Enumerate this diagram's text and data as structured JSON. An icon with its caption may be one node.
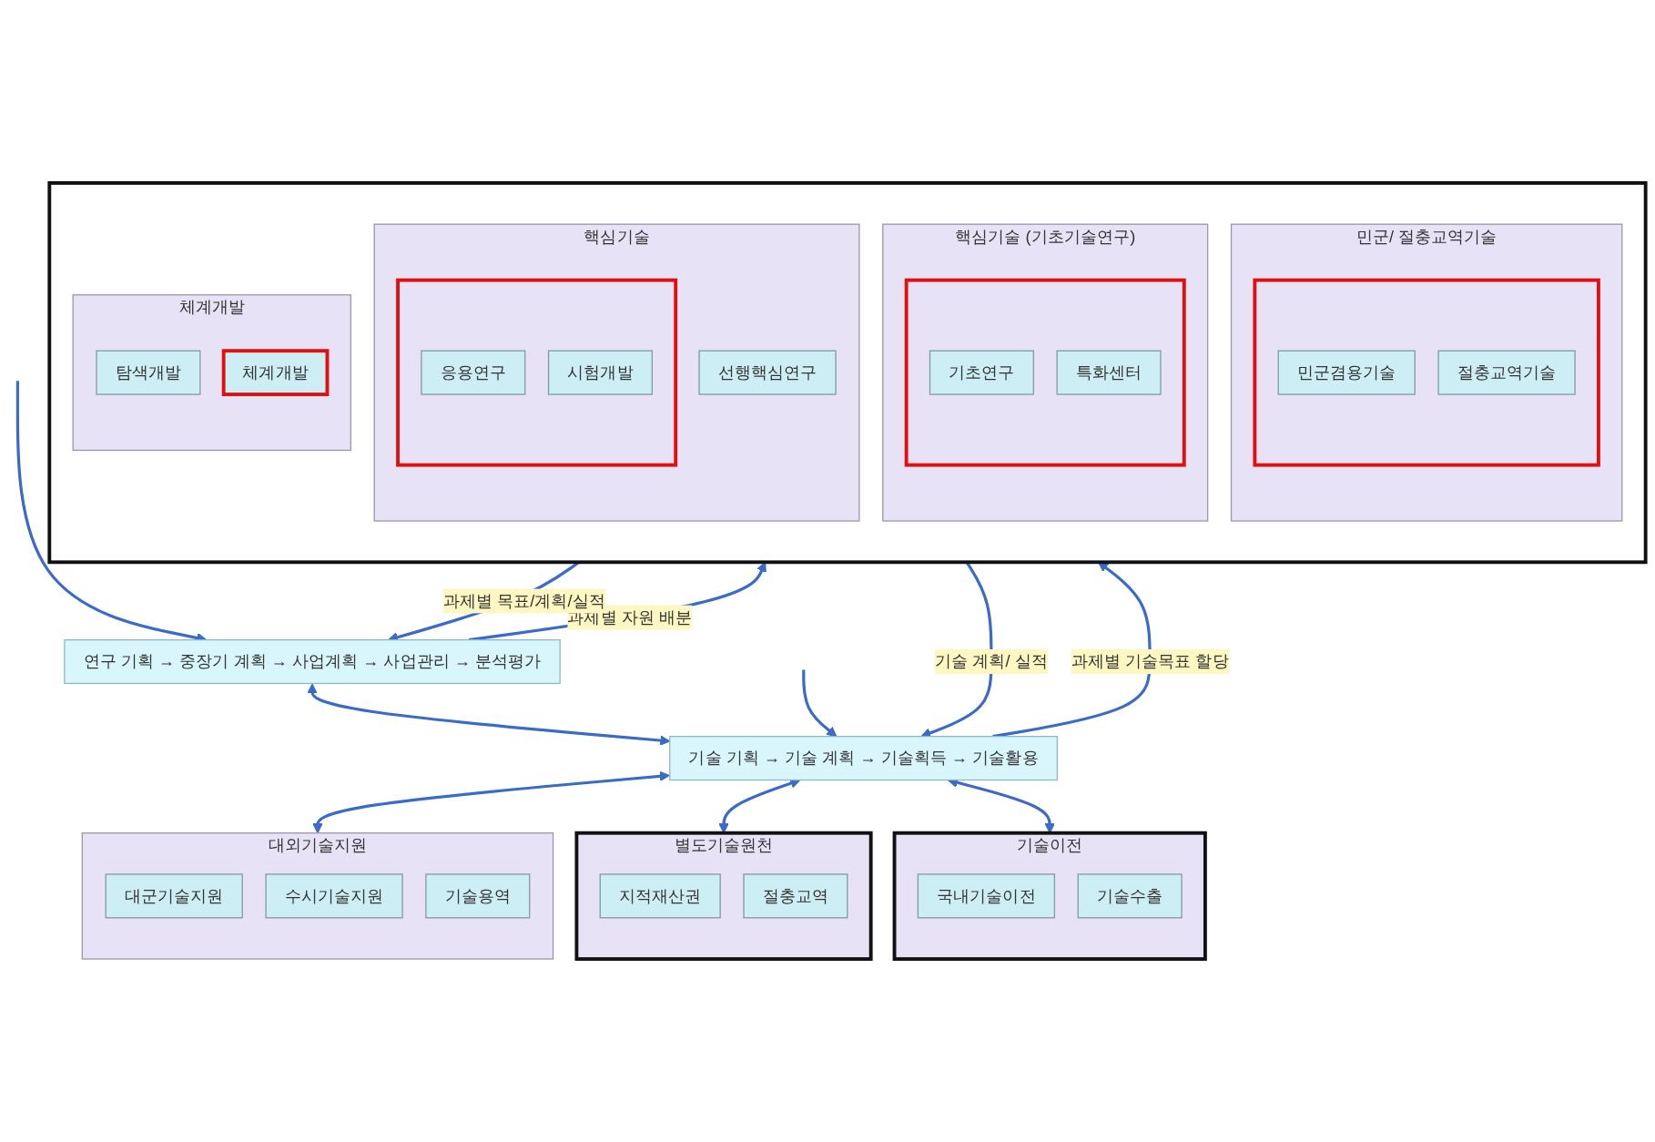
{
  "diagram": {
    "nodes": [
      {
        "text": [
          "연구 기획 → 중장기 계획 → 사업계획 → 사업관리 → 분석평가"
        ]
      },
      {
        "text": [],
        "shape": "box"
      },
      {
        "text": [
          "체계개발"
        ],
        "in": 1
      },
      {
        "text": [
          "탐색개발"
        ],
        "in": 2
      },
      {
        "text": [
          "체계개발"
        ],
        "in": 2
      },
      {
        "text": [
          "핵심기술"
        ],
        "in": 1
      },
      {
        "text": [
          "선행핵심연구"
        ],
        "in": 5
      },
      {
        "text": [],
        "shape": "box",
        "in": 5
      },
      {
        "text": [
          "응용연구"
        ],
        "in": 7
      },
      {
        "text": [
          "시험개발"
        ],
        "in": 7
      },
      {
        "text": [
          "핵심기술 (기초기술연구)"
        ],
        "in": 1
      },
      {
        "text": [],
        "shape": "box",
        "in": 10
      },
      {
        "text": [
          "기초연구"
        ],
        "in": 11
      },
      {
        "text": [
          "특화센터"
        ],
        "in": 11
      },
      {
        "text": [
          "민군/ 절충교역기술"
        ],
        "in": 1
      },
      {
        "text": [],
        "shape": "box",
        "in": 14
      },
      {
        "text": [
          "민군겸용기술"
        ],
        "in": 15
      },
      {
        "text": [
          "절충교역기술"
        ],
        "in": 15
      },
      {
        "text": [
          "기술 기획 → 기술 계획 → 기술획득 → 기술활용"
        ]
      },
      {
        "text": [
          "대외기술지원"
        ]
      },
      {
        "text": [
          "대군기술지원"
        ],
        "in": 19
      },
      {
        "text": [
          "수시기술지원"
        ],
        "in": 19
      },
      {
        "text": [
          "기술용역"
        ],
        "in": 19
      },
      {
        "text": [
          "별도기술원천"
        ]
      },
      {
        "text": [
          "지적재산권"
        ],
        "in": 23
      },
      {
        "text": [
          "절충교역"
        ],
        "in": 23
      },
      {
        "text": [
          "기술이전"
        ]
      },
      {
        "text": [
          "국내기술이전"
        ],
        "in": 26
      },
      {
        "text": [
          "기술수출"
        ],
        "in": 26
      }
    ],
    "edges": [
      {
        "from": 0,
        "to": 1,
        "arrow": "to",
        "label": "과제별 자원 배분"
      },
      {
        "from": 1,
        "to": 0,
        "arrow": "to",
        "label": "과제별 목표/계획/실적"
      },
      {
        "from": 1,
        "to": 18,
        "arrow": "to",
        "label": "기술 계획/ 실적"
      },
      {
        "from": 18,
        "to": 1,
        "arrow": "to",
        "label": "과제별 기술목표 할당"
      },
      {
        "from": 0,
        "to": 18,
        "arrow": "both"
      },
      {
        "from": null,
        "to": 0,
        "arrow": "to"
      },
      {
        "from": null,
        "to": 18,
        "arrow": "to"
      },
      {
        "from": 18,
        "to": 19,
        "arrow": "both"
      },
      {
        "from": 18,
        "to": 23,
        "arrow": "both"
      },
      {
        "from": 18,
        "to": 26,
        "arrow": "both"
      }
    ]
  }
}
